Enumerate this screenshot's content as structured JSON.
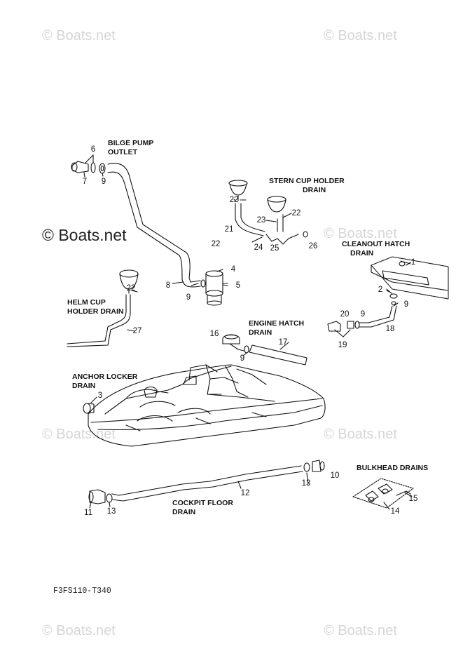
{
  "watermarks": {
    "small_text": "© Boats.net",
    "large_text": "© Boats.net"
  },
  "labels": {
    "bilge_pump_outlet": [
      "BILGE PUMP",
      "OUTLET"
    ],
    "stern_cup_holder_drain": [
      "STERN CUP HOLDER",
      "DRAIN"
    ],
    "cleanout_hatch_drain": [
      "CLEANOUT HATCH",
      "DRAIN"
    ],
    "helm_cup_holder_drain": [
      "HELM CUP",
      "HOLDER DRAIN"
    ],
    "engine_hatch_drain": [
      "ENGINE  HATCH",
      "DRAIN"
    ],
    "anchor_locker_drain": [
      "ANCHOR LOCKER",
      "DRAIN"
    ],
    "bulkhead_drains": [
      "BULKHEAD DRAINS"
    ],
    "cockpit_floor_drain": [
      "COCKPIT FLOOR",
      "DRAIN"
    ]
  },
  "part_numbers": {
    "n1": "1",
    "n2": "2",
    "n3": "3",
    "n4": "4",
    "n5": "5",
    "n6": "6",
    "n7": "7",
    "n8": "8",
    "n9a": "9",
    "n9b": "9",
    "n9c": "9",
    "n9d": "9",
    "n9e": "9",
    "n10": "10",
    "n11": "11",
    "n12": "12",
    "n13a": "13",
    "n13b": "13",
    "n14": "14",
    "n15": "15",
    "n16": "16",
    "n17": "17",
    "n18": "18",
    "n19": "19",
    "n20": "20",
    "n21": "21",
    "n22a": "22",
    "n22b": "22",
    "n22c": "22",
    "n22d": "22",
    "n23": "23",
    "n24": "24",
    "n25": "25",
    "n26": "26",
    "n27": "27"
  },
  "diagram_code": "F3FS110-T340"
}
